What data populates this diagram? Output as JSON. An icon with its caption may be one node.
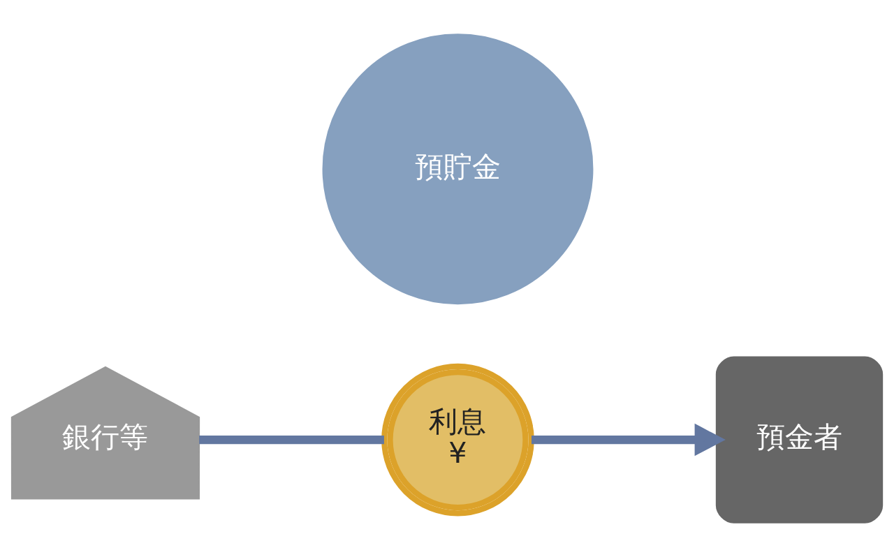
{
  "diagram": {
    "nodes": [
      {
        "text": [
          "銀行等"
        ]
      },
      {
        "text": [
          "利息",
          "¥"
        ]
      },
      {
        "text": [
          "預貯金"
        ]
      },
      {
        "text": [
          "預金者"
        ]
      }
    ],
    "edges": [
      {
        "from": 0,
        "to": 1,
        "arrow": "none"
      },
      {
        "from": 1,
        "to": 3,
        "arrow": "to"
      }
    ]
  }
}
